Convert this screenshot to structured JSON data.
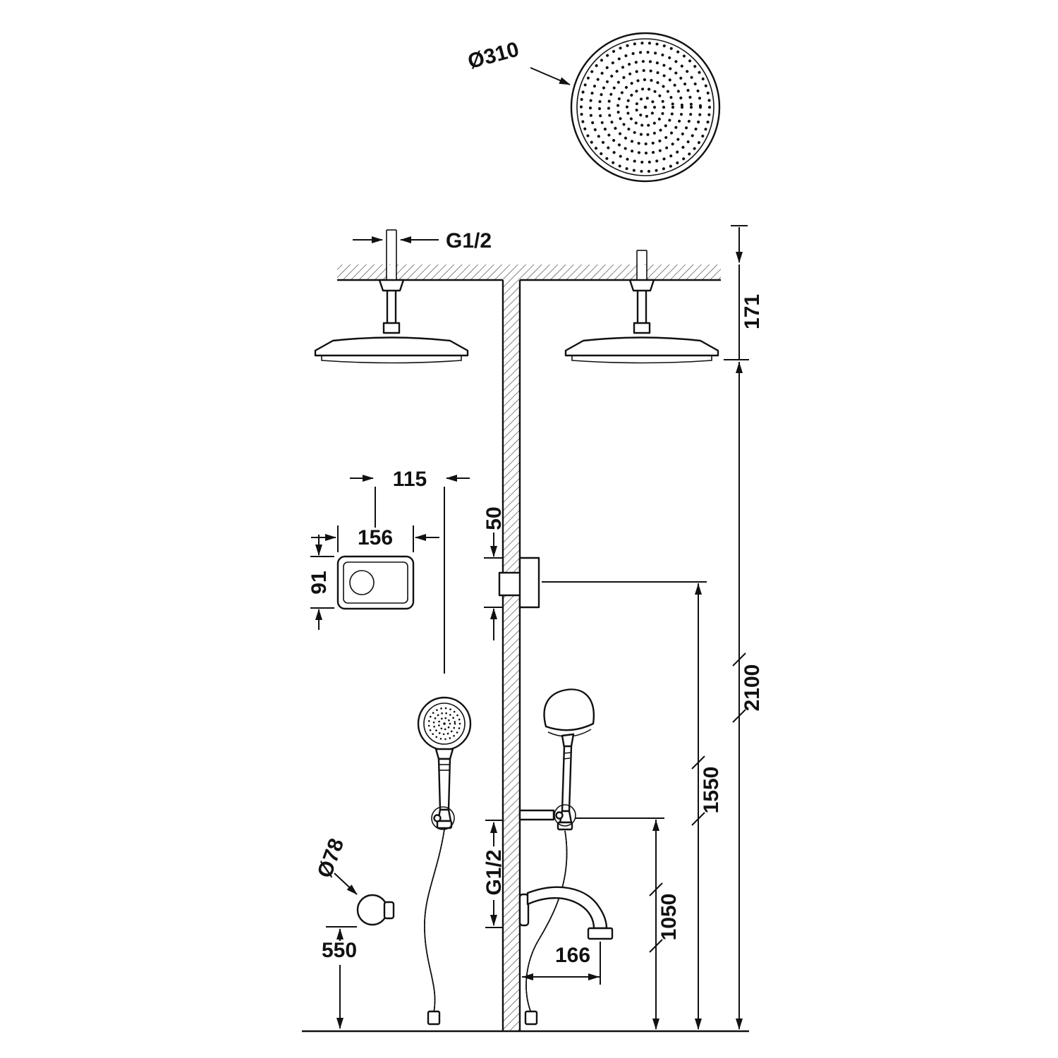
{
  "colors": {
    "line": "#111111",
    "background": "#ffffff"
  },
  "labels": {
    "overhead_diameter": "Ø310",
    "ceiling_thread": "G1/2",
    "ceiling_to_head": "171",
    "control_offset": "115",
    "control_width": "156",
    "control_height": "91",
    "valve_body_height": "50",
    "head_to_floor": "2100",
    "control_to_floor": "1550",
    "holder_to_floor": "1050",
    "outlet_thread": "G1/2",
    "elbow_diameter": "Ø78",
    "elbow_height": "550",
    "spout_reach": "166"
  }
}
